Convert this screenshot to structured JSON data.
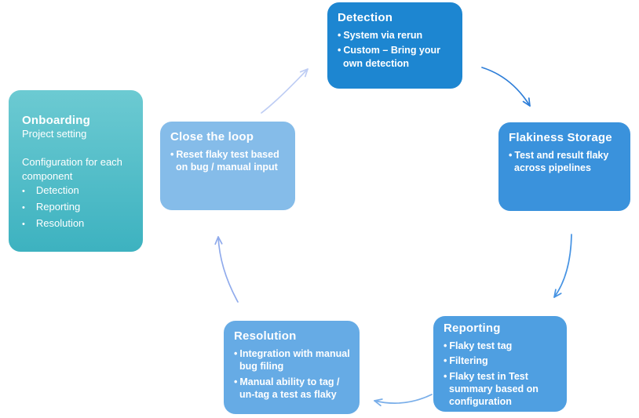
{
  "diagram": {
    "background": "#ffffff",
    "onboarding": {
      "title": "Onboarding",
      "subtitle": "Project setting",
      "body": "Configuration for each component",
      "items": [
        "Detection",
        "Reporting",
        "Resolution"
      ],
      "gradient_top": "#6ccad2",
      "gradient_bottom": "#3db2c0"
    },
    "nodes": [
      {
        "title": "Detection",
        "color": "#1d86d1",
        "bullets": [
          "System via rerun",
          "Custom – Bring your own detection"
        ]
      },
      {
        "title": "Flakiness Storage",
        "color": "#3a92dc",
        "bullets": [
          "Test and result flaky across pipelines"
        ]
      },
      {
        "title": "Reporting",
        "color": "#4f9fe1",
        "bullets": [
          "Flaky test tag",
          "Filtering",
          "Flaky test in Test summary based on configuration"
        ]
      },
      {
        "title": "Resolution",
        "color": "#66abe5",
        "bullets": [
          "Integration with manual bug filing",
          "Manual ability to tag / un-tag a test as flaky"
        ]
      },
      {
        "title": "Close the loop",
        "color": "#85bce9",
        "bullets": [
          "Reset flaky test based on bug / manual input"
        ]
      }
    ],
    "arrows": [
      {
        "name": "detection-to-storage",
        "color": "#2e7ed8"
      },
      {
        "name": "storage-to-reporting",
        "color": "#4693e3"
      },
      {
        "name": "reporting-to-resolution",
        "color": "#79aee9"
      },
      {
        "name": "resolution-to-closeloop",
        "color": "#90abec"
      },
      {
        "name": "closeloop-to-detection",
        "color": "#becdf4"
      }
    ]
  }
}
